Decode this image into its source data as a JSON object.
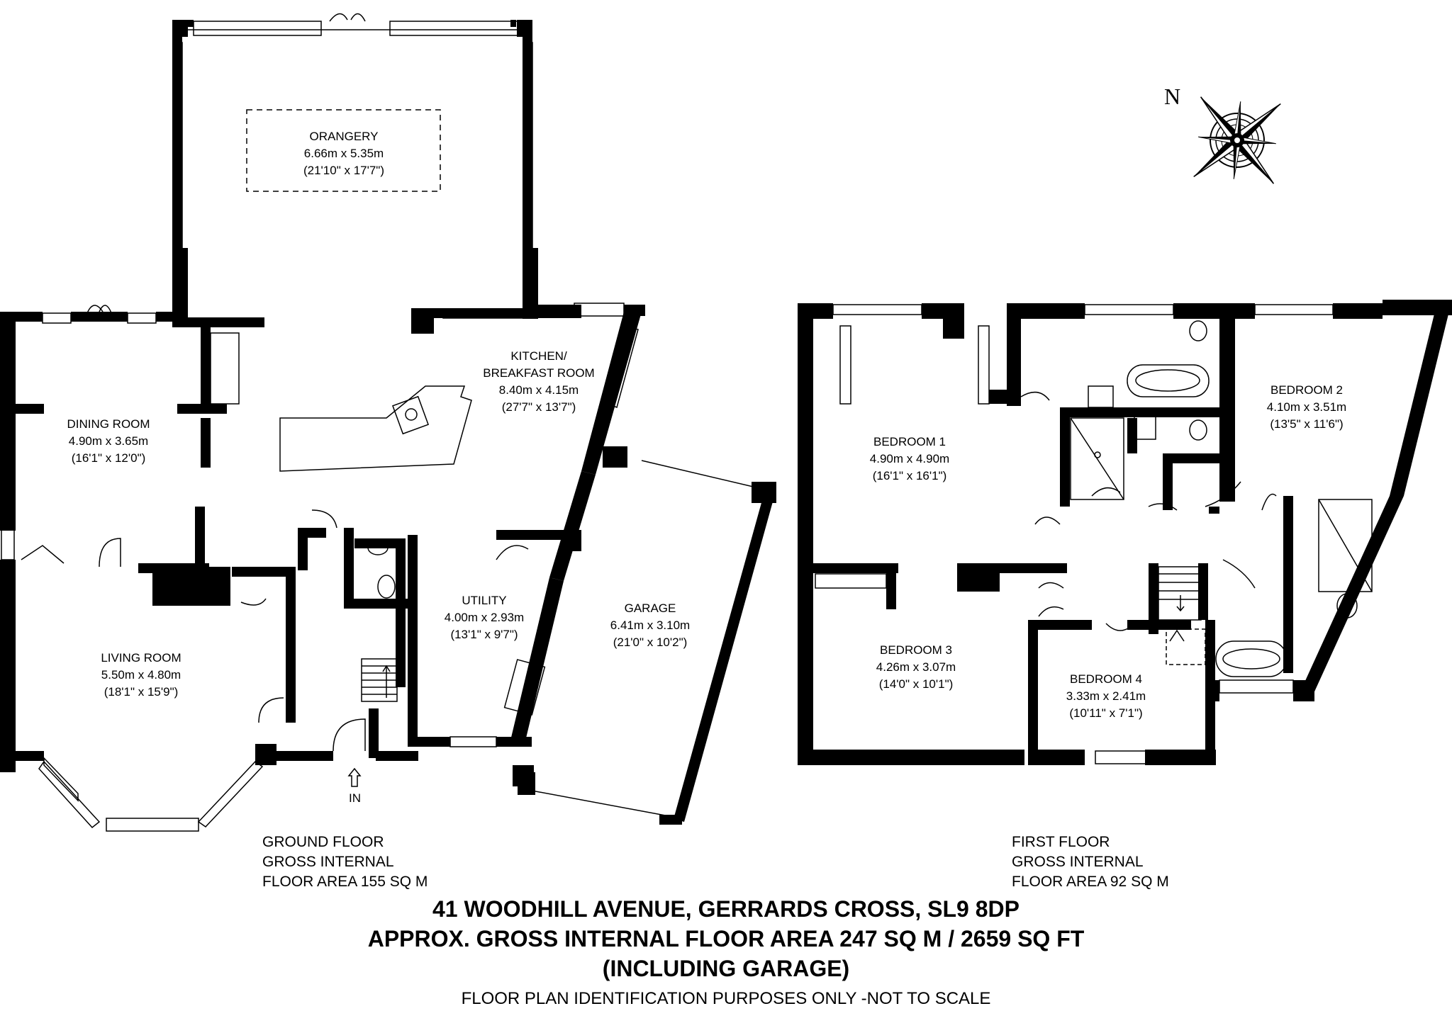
{
  "ground_floor": {
    "rooms": [
      {
        "name": "ORANGERY",
        "metric": "6.66m x 5.35m",
        "imperial": "(21'10\" x 17'7\")"
      },
      {
        "name": "KITCHEN/",
        "name2": "BREAKFAST ROOM",
        "metric": "8.40m x 4.15m",
        "imperial": "(27'7\" x 13'7\")"
      },
      {
        "name": "DINING ROOM",
        "metric": "4.90m x 3.65m",
        "imperial": "(16'1\" x 12'0\")"
      },
      {
        "name": "LIVING ROOM",
        "metric": "5.50m x 4.80m",
        "imperial": "(18'1\" x 15'9\")"
      },
      {
        "name": "UTILITY",
        "metric": "4.00m x 2.93m",
        "imperial": "(13'1\" x 9'7\")"
      },
      {
        "name": "GARAGE",
        "metric": "6.41m x 3.10m",
        "imperial": "(21'0\" x 10'2\")"
      }
    ],
    "entrance_label": "IN",
    "label_line1": "GROUND FLOOR",
    "label_line2": "GROSS INTERNAL",
    "label_line3": "FLOOR AREA 155 SQ M"
  },
  "first_floor": {
    "rooms": [
      {
        "name": "BEDROOM 1",
        "metric": "4.90m x 4.90m",
        "imperial": "(16'1\" x 16'1\")"
      },
      {
        "name": "BEDROOM 2",
        "metric": "4.10m x 3.51m",
        "imperial": "(13'5\" x 11'6\")"
      },
      {
        "name": "BEDROOM 3",
        "metric": "4.26m x 3.07m",
        "imperial": "(14'0\" x 10'1\")"
      },
      {
        "name": "BEDROOM 4",
        "metric": "3.33m x 2.41m",
        "imperial": "(10'11\" x 7'1\")"
      }
    ],
    "label_line1": "FIRST FLOOR",
    "label_line2": "GROSS INTERNAL",
    "label_line3": "FLOOR AREA 92 SQ M"
  },
  "compass": {
    "north_label": "N"
  },
  "footer": {
    "address": "41 WOODHILL AVENUE, GERRARDS CROSS, SL9 8DP",
    "area": "APPROX. GROSS INTERNAL FLOOR AREA 247 SQ M / 2659 SQ FT",
    "garage_note": "(INCLUDING GARAGE)",
    "disclaimer": "FLOOR PLAN IDENTIFICATION PURPOSES ONLY -NOT TO SCALE"
  }
}
